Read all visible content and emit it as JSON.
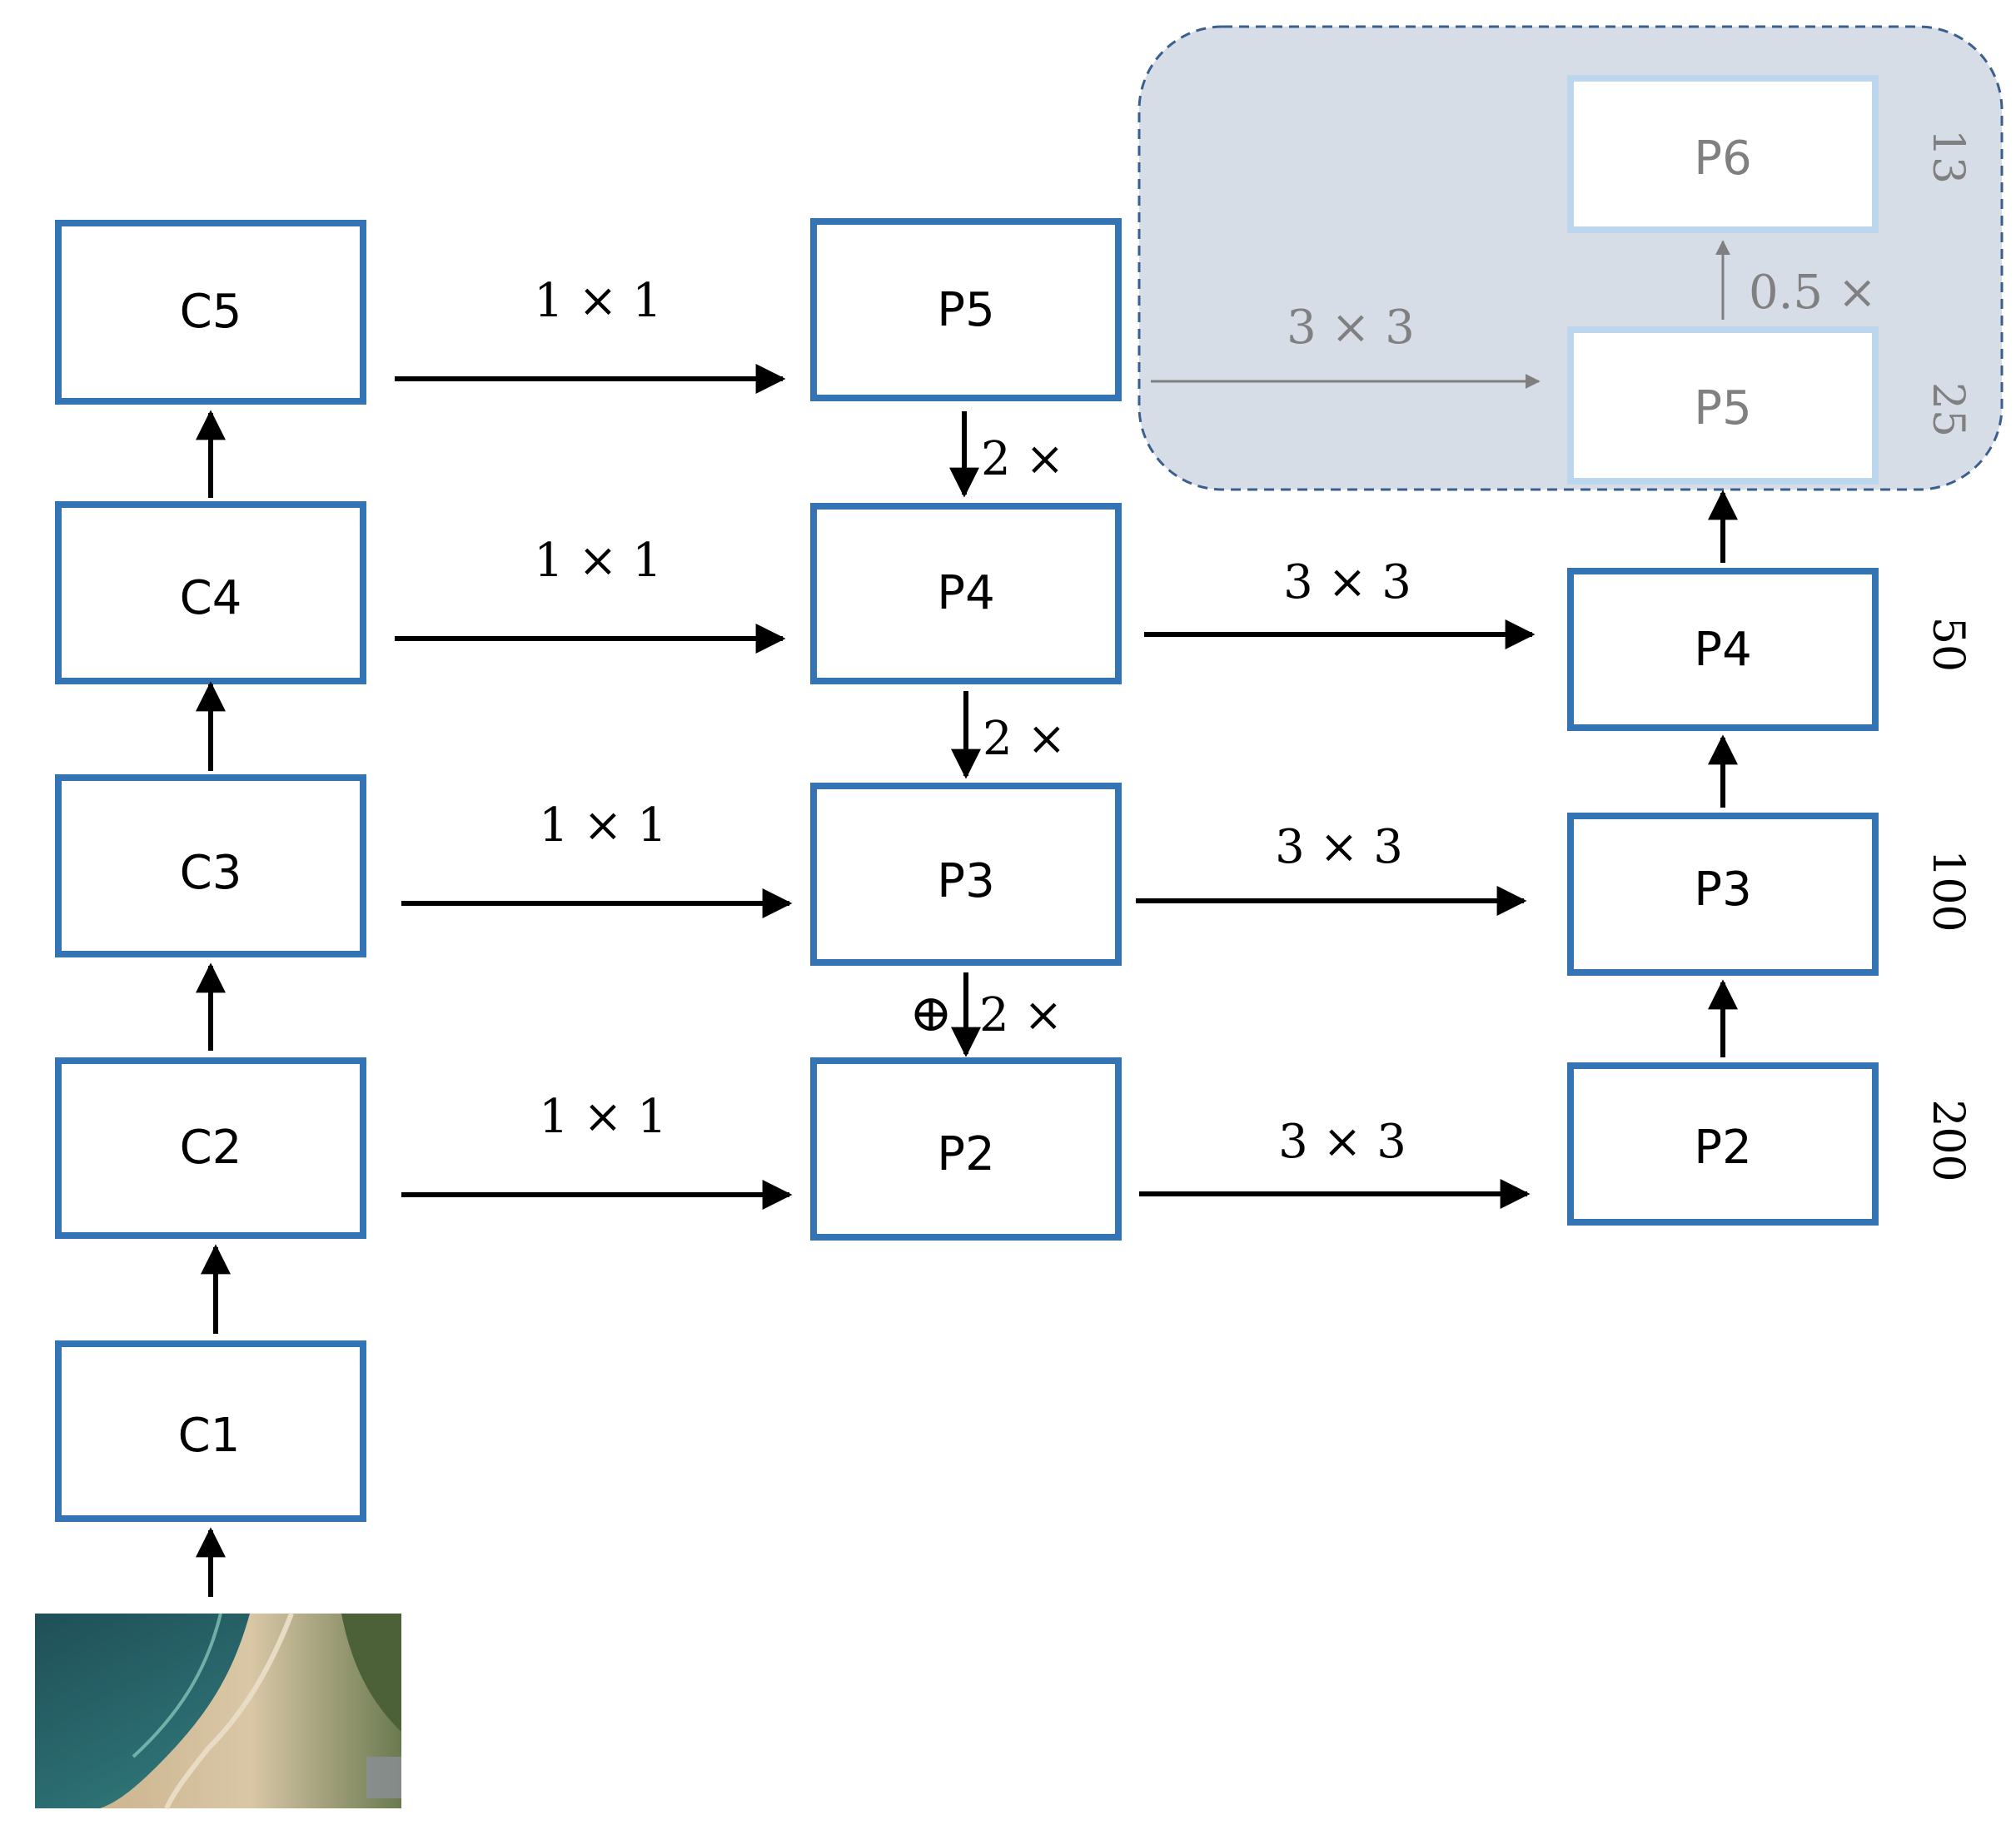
{
  "colors": {
    "box_stroke": "#3474b5",
    "box_stroke_faded": "#bcd6ee",
    "text": "#000000",
    "text_faded": "#808080",
    "arrow": "#000000",
    "arrow_faded": "#7f7f7f",
    "extra_region_fill": "#d6dde6",
    "extra_region_stroke": "#3a5f8f"
  },
  "backbone": {
    "c1": "C1",
    "c2": "C2",
    "c3": "C3",
    "c4": "C4",
    "c5": "C5"
  },
  "lateral": {
    "p5": "P5",
    "p4": "P4",
    "p3": "P3",
    "p2": "P2",
    "conv_1x1": "1 × 1",
    "upsample": "2 ×",
    "add_symbol": "⊕"
  },
  "output": {
    "p4": "P4",
    "p3": "P3",
    "p2": "P2",
    "conv_3x3": "3 × 3",
    "sizes": {
      "p4": "50",
      "p3": "100",
      "p2": "200"
    }
  },
  "extra": {
    "p6": "P6",
    "p5": "P5",
    "conv_3x3": "3 × 3",
    "downsample": "0.5 ×",
    "sizes": {
      "p6": "13",
      "p5": "25"
    }
  },
  "input_image": {
    "icon": "aerial-coastline-photo-icon"
  }
}
